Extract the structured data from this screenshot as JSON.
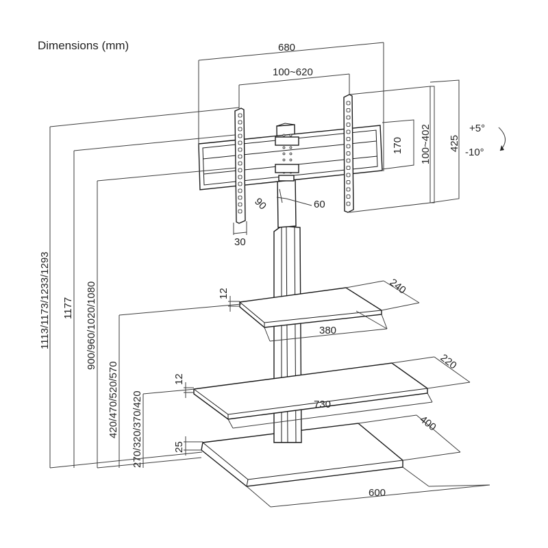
{
  "title": "Dimensions (mm)",
  "dimensions": {
    "mount_width": "680",
    "vesa_width": "100~620",
    "vesa_height": "100~402",
    "bracket_height": "170",
    "plate_height": "425",
    "tilt_up": "+5°",
    "tilt_down": "-10°",
    "arm_depth": "30",
    "angle_90": "90",
    "angle_60": "60",
    "total_height": "1113/1173/1233/1293",
    "column_height": "1177",
    "bracket_mount_height": "900/960/1020/1080",
    "upper_shelf_height": "420/470/520/570",
    "lower_shelf_height": "270/320/370/420",
    "upper_shelf_thickness": "12",
    "upper_shelf_depth": "240",
    "upper_shelf_width": "380",
    "lower_shelf_thickness": "12",
    "lower_shelf_depth": "220",
    "lower_shelf_width": "730",
    "base_thickness": "25",
    "base_depth": "400",
    "base_width": "600"
  }
}
